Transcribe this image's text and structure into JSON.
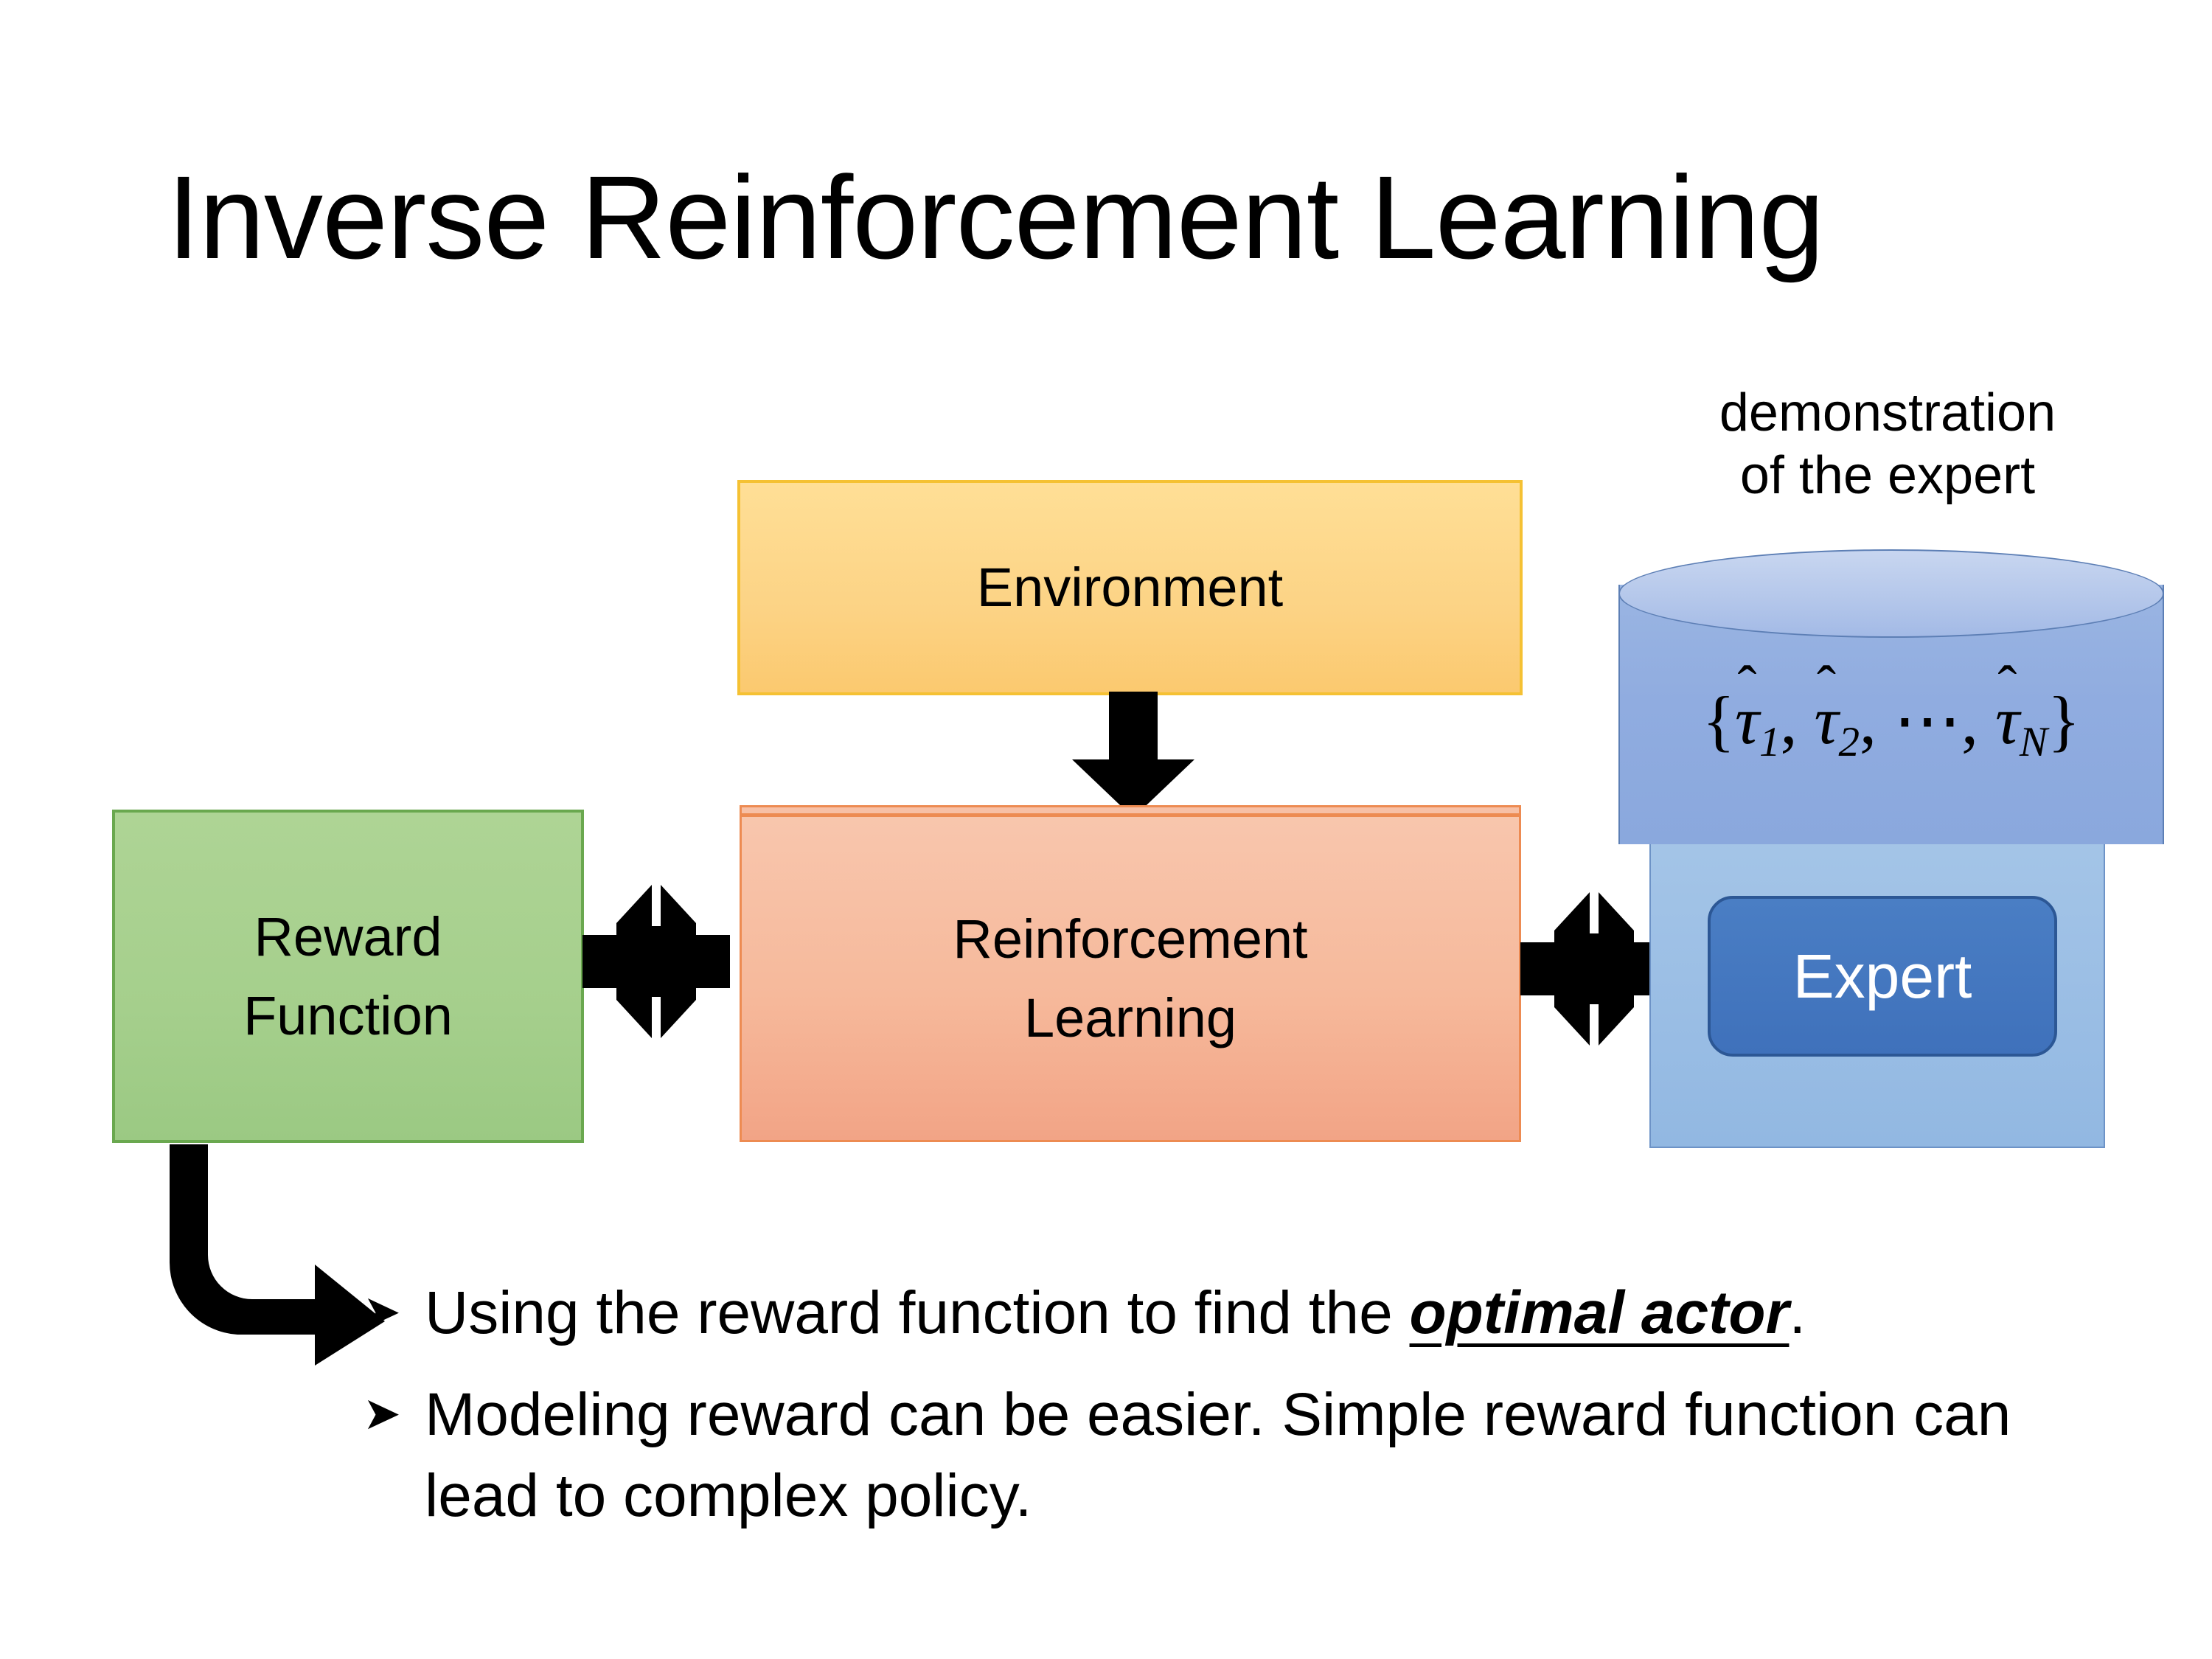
{
  "slide": {
    "title": "Inverse Reinforcement Learning",
    "background_color": "#FFFFFF"
  },
  "diagram": {
    "environment_box": {
      "label": "Environment",
      "fill_color": "#FCD385",
      "border_color": "#F5C133"
    },
    "reinforcement_learning_box": {
      "label_line1": "Reinforcement",
      "label_line2": "Learning",
      "fill_color": "#F6B99B",
      "border_color": "#ED8B52"
    },
    "reward_function_box": {
      "label_line1": "Reward",
      "label_line2": "Function",
      "fill_color": "#A5CF8C",
      "border_color": "#6AA84F"
    },
    "expert_panel": {
      "fill_color": "#92B8E2",
      "border_color": "#6D93C7"
    },
    "expert_box": {
      "label": "Expert",
      "fill_color": "#3F71BB",
      "border_color": "#2C5795",
      "text_color": "#FFFFFF"
    },
    "demonstration_caption": {
      "line1": "demonstration",
      "line2": "of the expert"
    },
    "trajectory_cylinder": {
      "formula_open_brace": "{",
      "formula_tau_symbol": "τ",
      "formula_hat": "̂",
      "formula_sub_1": "1",
      "formula_sub_2": "2",
      "formula_ellipsis": "⋯",
      "formula_sub_n": "N",
      "formula_close_brace": "}",
      "formula_plain": "{τ̂1, τ̂2, ⋯, τ̂N}",
      "fill_color": "#90ACE0",
      "border_color": "#5D7FB5"
    },
    "arrows": {
      "environment_to_rl": "down-arrow",
      "reward_rl_bidirectional": "quad-arrow",
      "rl_expert_bidirectional": "quad-arrow",
      "reward_to_bullets": "elbow-arrow",
      "color": "#000000"
    }
  },
  "bullets": [
    {
      "marker": "➤",
      "text_before": "Using the reward function to find the ",
      "emphasis": "optimal actor",
      "text_after": "."
    },
    {
      "marker": "➤",
      "text_before": "Modeling reward can be easier. Simple reward function can lead to complex policy.",
      "emphasis": "",
      "text_after": ""
    }
  ]
}
